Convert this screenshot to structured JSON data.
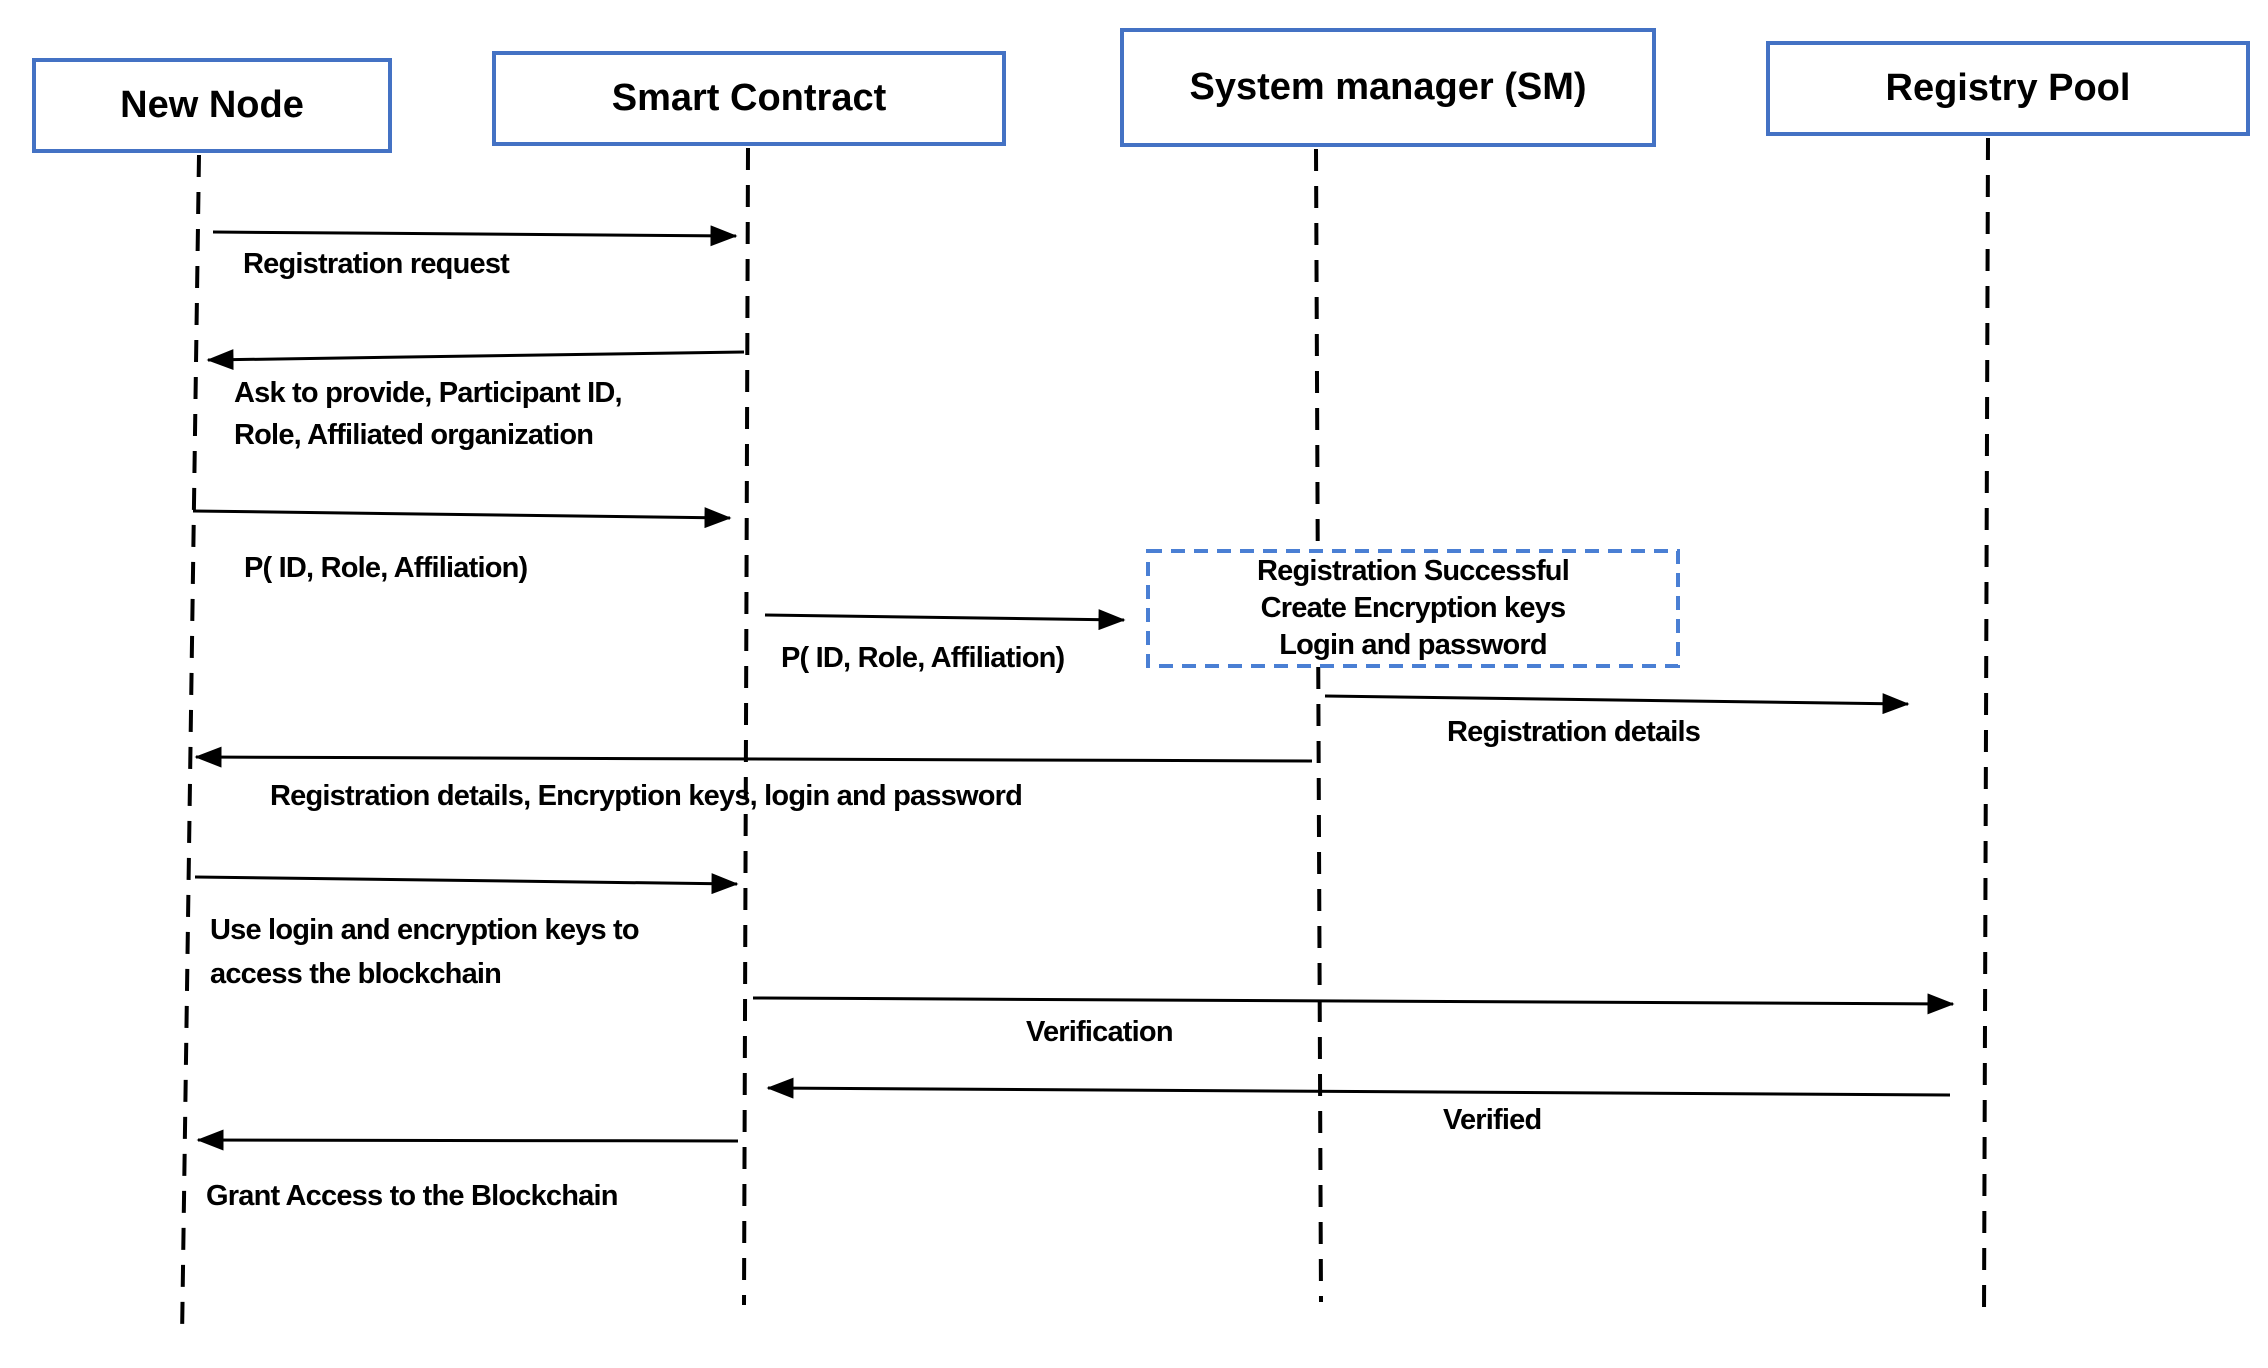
{
  "actors": [
    {
      "label": "New Node"
    },
    {
      "label": "Smart Contract"
    },
    {
      "label": "System manager (SM)"
    },
    {
      "label": "Registry Pool"
    }
  ],
  "note": {
    "lines": [
      "Registration Successful",
      "Create Encryption keys",
      "Login and password"
    ]
  },
  "messages": [
    {
      "from": "New Node",
      "to": "Smart Contract",
      "lines": [
        "Registration request"
      ]
    },
    {
      "from": "Smart Contract",
      "to": "New Node",
      "lines": [
        "Ask to provide, Participant ID,",
        "Role, Affiliated organization"
      ]
    },
    {
      "from": "New Node",
      "to": "Smart Contract",
      "lines": [
        "P( ID, Role, Affiliation)"
      ]
    },
    {
      "from": "Smart Contract",
      "to": "System manager (SM)",
      "lines": [
        "P( ID, Role, Affiliation)"
      ]
    },
    {
      "from": "System manager (SM)",
      "to": "Registry Pool",
      "lines": [
        "Registration details"
      ]
    },
    {
      "from": "System manager (SM)",
      "to": "New Node",
      "lines": [
        "Registration details, Encryption keys, login and password"
      ]
    },
    {
      "from": "New Node",
      "to": "Smart Contract",
      "lines": [
        "Use login and encryption keys to",
        "access the blockchain"
      ]
    },
    {
      "from": "Smart Contract",
      "to": "Registry Pool",
      "lines": [
        "Verification"
      ]
    },
    {
      "from": "Registry Pool",
      "to": "Smart Contract",
      "lines": [
        "Verified"
      ]
    },
    {
      "from": "Smart Contract",
      "to": "New Node",
      "lines": [
        "Grant Access to the Blockchain"
      ]
    }
  ],
  "colors": {
    "actor_border": "#4472c4",
    "note_border": "#4a7fd4",
    "arrow": "#000000",
    "text": "#000000",
    "background": "#ffffff"
  }
}
